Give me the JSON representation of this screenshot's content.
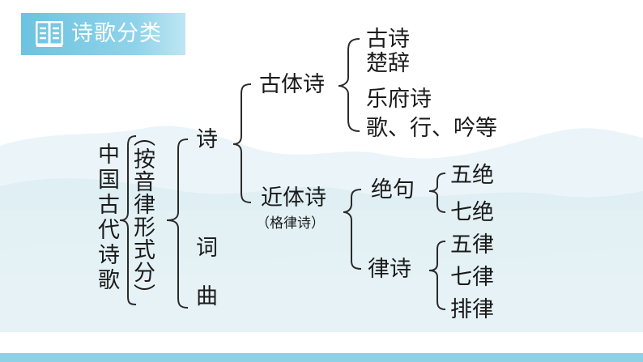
{
  "header": {
    "title": "诗歌分类",
    "icon": "book-icon"
  },
  "colors": {
    "accent": "#6cc3e0",
    "band": "#8fd0e6",
    "mountain": "#dbeef3"
  },
  "tree": {
    "root": "中国古代诗歌",
    "criterion": "（按音律形式分）",
    "level1": [
      "诗",
      "词",
      "曲"
    ],
    "gutishi": {
      "label": "古体诗",
      "children": [
        "古诗",
        "楚辞",
        "乐府诗",
        "歌、行、吟等"
      ]
    },
    "jintishi": {
      "label": "近体诗",
      "note": "（格律诗）",
      "jueju": {
        "label": "绝句",
        "children": [
          "五绝",
          "七绝"
        ]
      },
      "lvshi": {
        "label": "律诗",
        "children": [
          "五律",
          "七律",
          "排律"
        ]
      }
    }
  }
}
